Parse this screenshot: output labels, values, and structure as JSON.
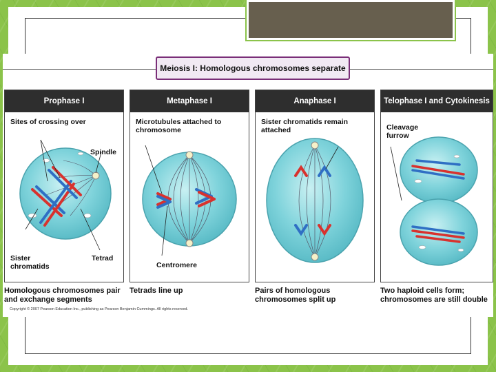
{
  "figure": {
    "title": "Meiosis I: Homologous chromosomes separate",
    "copyright": "Copyright © 2007 Pearson Education Inc., publishing as Pearson Benjamin Cummings. All rights reserved."
  },
  "panels": [
    {
      "header": "Prophase I",
      "labels": [
        "Sites of crossing over",
        "Spindle",
        "Sister chromatids",
        "Tetrad"
      ],
      "caption": "Homologous chromosomes pair and exchange segments"
    },
    {
      "header": "Metaphase I",
      "labels": [
        "Microtubules attached to chromosome",
        "Centromere"
      ],
      "caption": "Tetrads line up"
    },
    {
      "header": "Anaphase I",
      "labels": [
        "Sister chromatids remain attached"
      ],
      "caption": "Pairs of homologous chromosomes split up"
    },
    {
      "header": "Telophase I and Cytokinesis",
      "labels": [
        "Cleavage furrow"
      ],
      "caption": "Two haploid cells form; chromosomes are still double"
    }
  ],
  "colors": {
    "cell": "#7fd3db",
    "red_chromosome": "#d8322e",
    "blue_chromosome": "#2f6fc4",
    "panel_header": "#2e2e2e",
    "title_border": "#7a2e78"
  }
}
